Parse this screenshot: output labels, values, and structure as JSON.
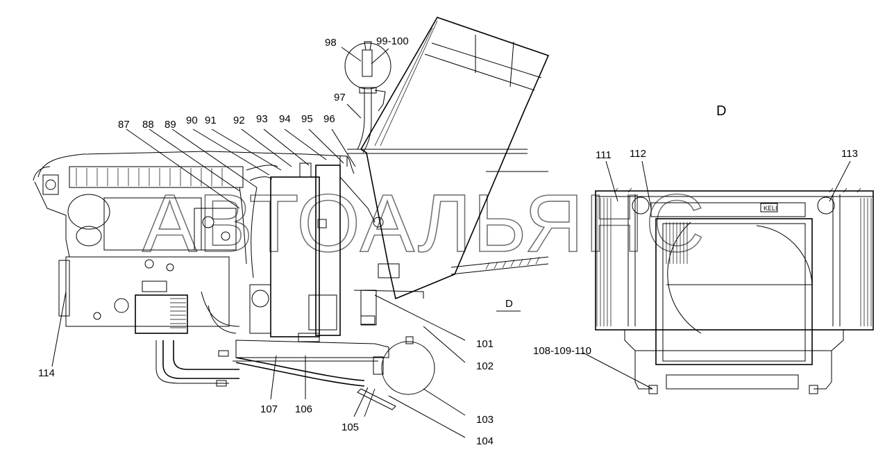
{
  "watermark": "АВТОАЛЬЯНС",
  "view": {
    "section_letter": "D",
    "view_title": "D",
    "brand_plate": "KELI"
  },
  "callouts": [
    {
      "id": "c87",
      "text": "87"
    },
    {
      "id": "c88",
      "text": "88"
    },
    {
      "id": "c89",
      "text": "89"
    },
    {
      "id": "c90",
      "text": "90"
    },
    {
      "id": "c91",
      "text": "91"
    },
    {
      "id": "c92",
      "text": "92"
    },
    {
      "id": "c93",
      "text": "93"
    },
    {
      "id": "c94",
      "text": "94"
    },
    {
      "id": "c95",
      "text": "95"
    },
    {
      "id": "c96",
      "text": "96"
    },
    {
      "id": "c97",
      "text": "97"
    },
    {
      "id": "c98",
      "text": "98"
    },
    {
      "id": "c99",
      "text": "99-100"
    },
    {
      "id": "c101",
      "text": "101"
    },
    {
      "id": "c102",
      "text": "102"
    },
    {
      "id": "c103",
      "text": "103"
    },
    {
      "id": "c104",
      "text": "104"
    },
    {
      "id": "c105",
      "text": "105"
    },
    {
      "id": "c106",
      "text": "106"
    },
    {
      "id": "c107",
      "text": "107"
    },
    {
      "id": "c108",
      "text": "108-109-110"
    },
    {
      "id": "c111",
      "text": "111"
    },
    {
      "id": "c112",
      "text": "112"
    },
    {
      "id": "c113",
      "text": "113"
    },
    {
      "id": "c114",
      "text": "114"
    }
  ]
}
